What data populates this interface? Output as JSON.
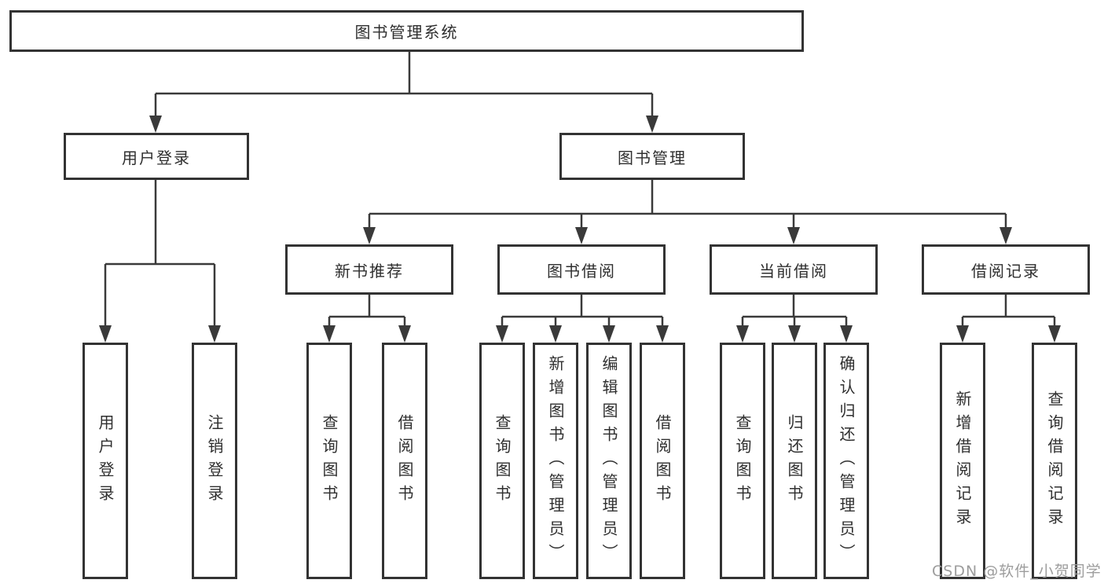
{
  "tree": {
    "label": "图书管理系统",
    "children": [
      {
        "label": "用户登录",
        "children": [
          {
            "label": "用户登录"
          },
          {
            "label": "注销登录"
          }
        ]
      },
      {
        "label": "图书管理",
        "children": [
          {
            "label": "新书推荐",
            "children": [
              {
                "label": "查询图书"
              },
              {
                "label": "借阅图书"
              }
            ]
          },
          {
            "label": "图书借阅",
            "children": [
              {
                "label": "查询图书"
              },
              {
                "label": "新增图书（管理员）"
              },
              {
                "label": "编辑图书（管理员）"
              },
              {
                "label": "借阅图书"
              }
            ]
          },
          {
            "label": "当前借阅",
            "children": [
              {
                "label": "查询图书"
              },
              {
                "label": "归还图书"
              },
              {
                "label": "确认归还（管理员）"
              }
            ]
          },
          {
            "label": "借阅记录",
            "children": [
              {
                "label": "新增借阅记录"
              },
              {
                "label": "查询借阅记录"
              }
            ]
          }
        ]
      }
    ]
  },
  "watermark": {
    "text": "CSDN @软件_小贺同学"
  },
  "colors": {
    "line": "#3a3a3a",
    "box_border": "#333333",
    "text": "#2f2f2f",
    "watermark": "#9d9d9d",
    "background": "#ffffff"
  }
}
